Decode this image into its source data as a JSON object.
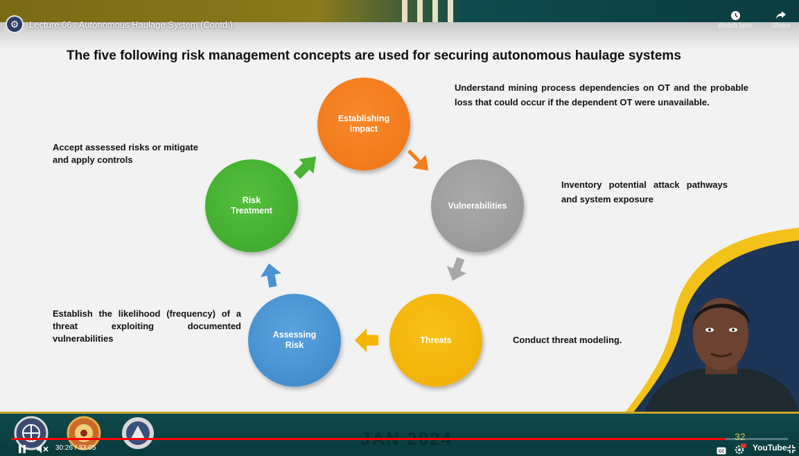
{
  "player": {
    "video_title": "Lecture 06 : Autonomous Haulage System (Contd.)",
    "watch_later_label": "Watch later",
    "share_label": "Share",
    "current_time": "30:26",
    "duration": "33:05",
    "time_display": "30:26 / 33:05",
    "progress_fraction": 0.9199,
    "youtube_label": "YouTube",
    "accent_color": "#ff0000"
  },
  "slide": {
    "heading": "The five following risk management concepts are used for securing autonomous haulage systems",
    "cycle": [
      {
        "label": "Establishing impact",
        "color": "#f47f20",
        "description": "Understand mining process dependencies on OT and the probable loss that could occur if the dependent OT were unavailable."
      },
      {
        "label": "Vulnerabilities",
        "color": "#a3a3a3",
        "description": "Inventory potential attack pathways and system exposure"
      },
      {
        "label": "Threats",
        "color": "#f4b400",
        "description": "Conduct threat modeling."
      },
      {
        "label": "Assessing Risk",
        "color": "#4a93d4",
        "description": "Establish the likelihood (frequency) of a threat exploiting documented vulnerabilities"
      },
      {
        "label": "Risk Treatment",
        "color": "#4bb234",
        "description": "Accept assessed risks or mitigate and apply controls"
      }
    ],
    "footer_watermark": "JAN 2024",
    "slide_number": "32"
  },
  "icons": {
    "channel": "channel-avatar-icon",
    "watch_later": "clock-icon",
    "share": "share-arrow-icon",
    "pause": "pause-icon",
    "mute": "volume-muted-icon",
    "captions": "cc-icon",
    "settings": "gear-hd-icon",
    "exit_fullscreen": "exit-fullscreen-icon"
  }
}
